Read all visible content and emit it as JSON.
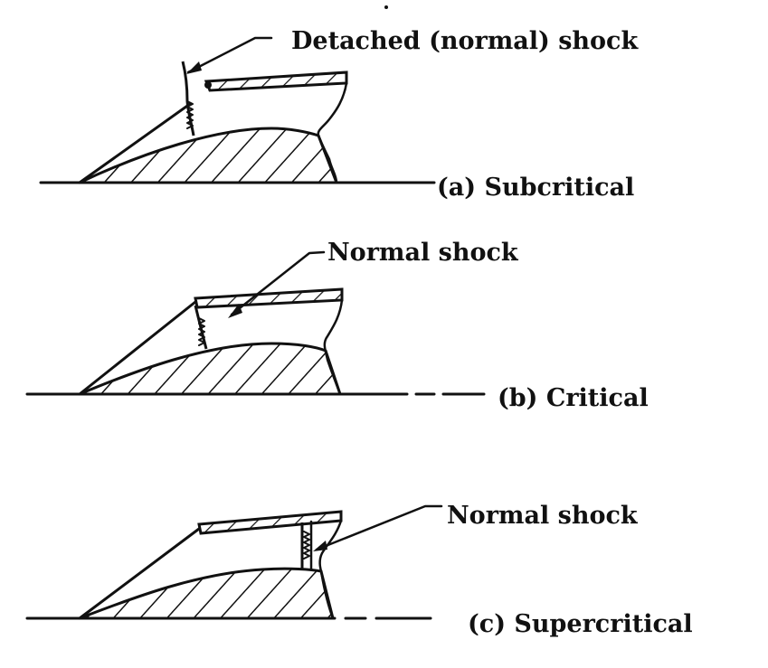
{
  "labels": {
    "a_shock": "Detached (normal) shock",
    "a_case": "(a)  Subcritical",
    "b_shock": "Normal shock",
    "b_case": "(b)  Critical",
    "c_shock": "Normal shock",
    "c_case": "(c)  Supercritical"
  }
}
